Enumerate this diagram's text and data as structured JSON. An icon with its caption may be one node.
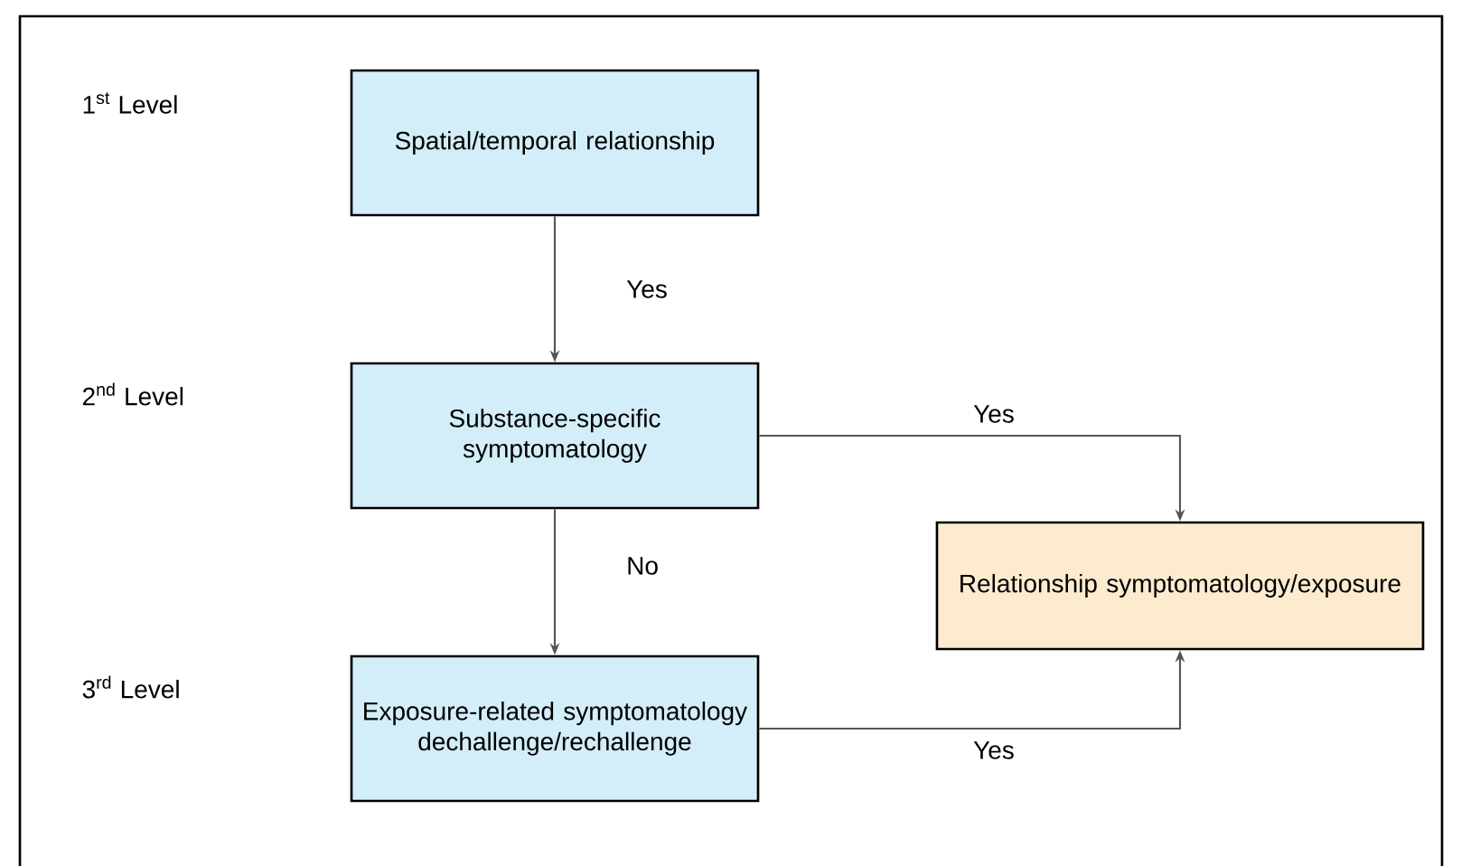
{
  "diagram": {
    "nodes": [
      {
        "text": [
          "Spatial/temporal relationship"
        ]
      },
      {
        "text": [
          "Substance-specific symptomatology"
        ]
      },
      {
        "text": [
          "Exposure-related symptomatology dechallenge/rechallenge"
        ]
      },
      {
        "text": [
          "Relationship symptomatology/exposure"
        ]
      }
    ],
    "edges": [
      {
        "from": 0,
        "to": 1,
        "arrow": "to",
        "label": "Yes"
      },
      {
        "from": 1,
        "to": 2,
        "arrow": "to",
        "label": "No"
      },
      {
        "from": 1,
        "to": 3,
        "arrow": "to",
        "label": "Yes"
      },
      {
        "from": 2,
        "to": 3,
        "arrow": "to",
        "label": "Yes"
      }
    ],
    "labels": [
      "1$^{st}$ Level",
      "2$^{nd}$ Level",
      "3$^{rd}$ Level"
    ]
  }
}
